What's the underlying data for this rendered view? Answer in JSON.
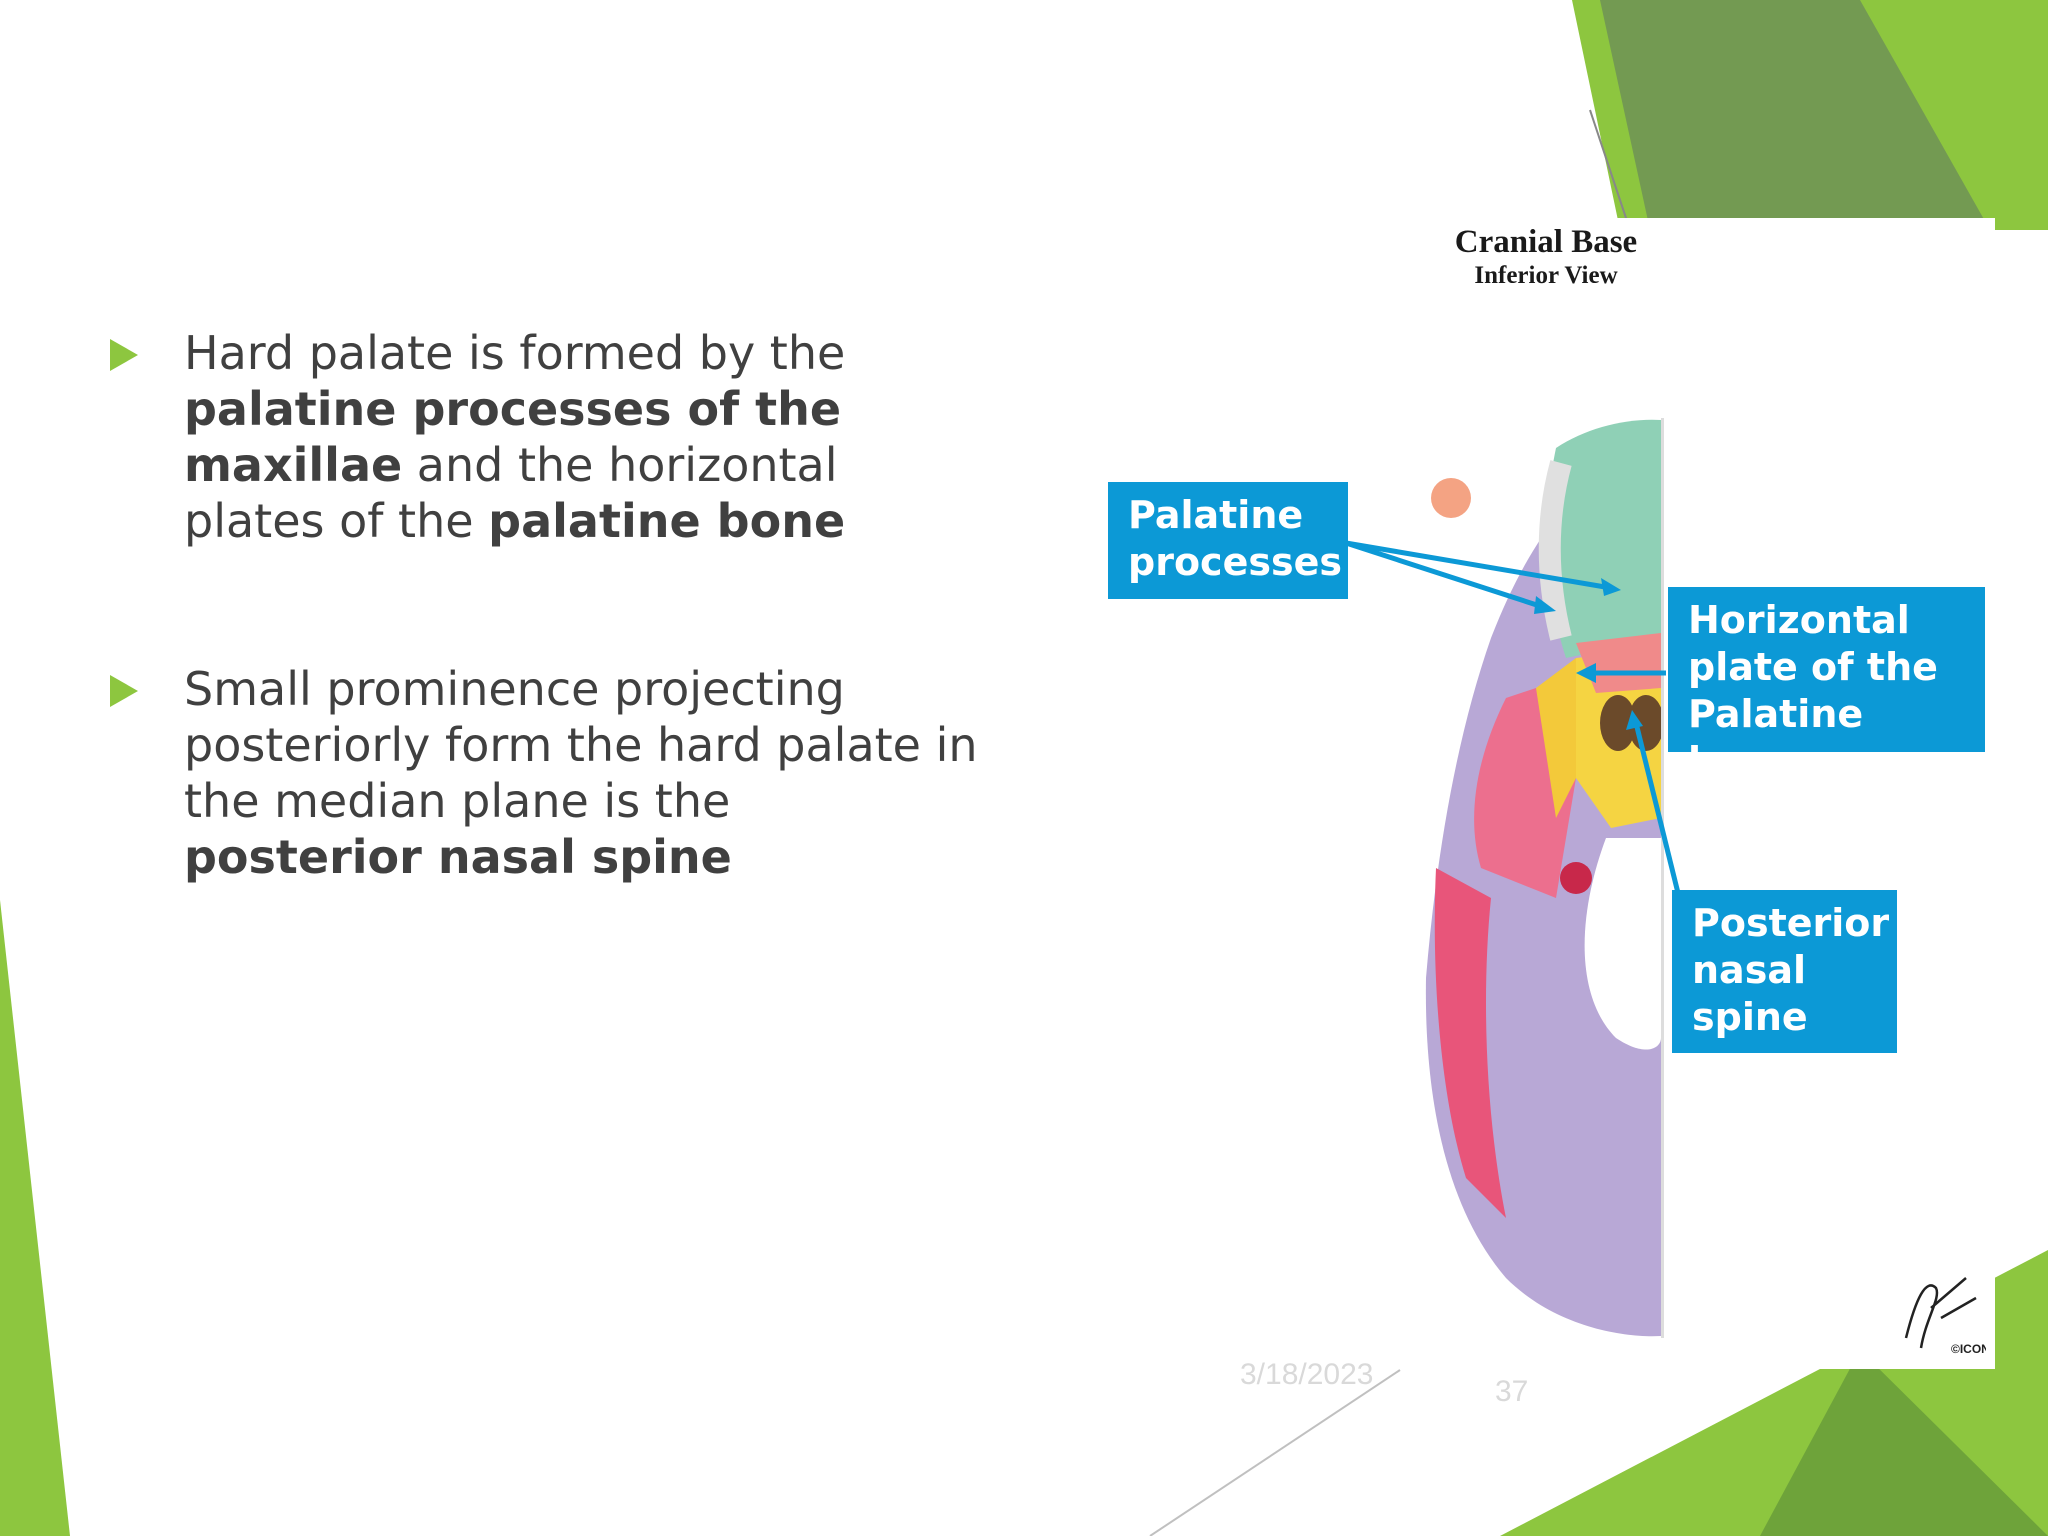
{
  "slide": {
    "bullets": [
      {
        "segments": [
          {
            "text": "Hard palate is formed by the ",
            "bold": false
          },
          {
            "text": "palatine processes of the maxillae",
            "bold": true
          },
          {
            "text": " and the horizontal plates of the ",
            "bold": false
          },
          {
            "text": "palatine bone",
            "bold": true
          }
        ]
      },
      {
        "segments": [
          {
            "text": "Small prominence projecting posteriorly form the hard palate in the median plane is the ",
            "bold": false
          },
          {
            "text": "posterior nasal spine",
            "bold": true
          }
        ]
      }
    ],
    "footer_date": "3/18/2023",
    "page_number": "37"
  },
  "figure": {
    "title": "Cranial Base",
    "subtitle": "Inferior View",
    "signature": "F. Netter M.D.",
    "copyright": "©ICON"
  },
  "labels": {
    "palatine_processes": "Palatine processes",
    "horizontal_plate": "Horizontal plate of the Palatine bone",
    "posterior_nasal_spine": "Posterior nasal spine"
  },
  "colors": {
    "accent_green": "#8dc63f",
    "dark_green": "#6d9a4a",
    "label_blue": "#0c99d6",
    "text": "#404040"
  }
}
